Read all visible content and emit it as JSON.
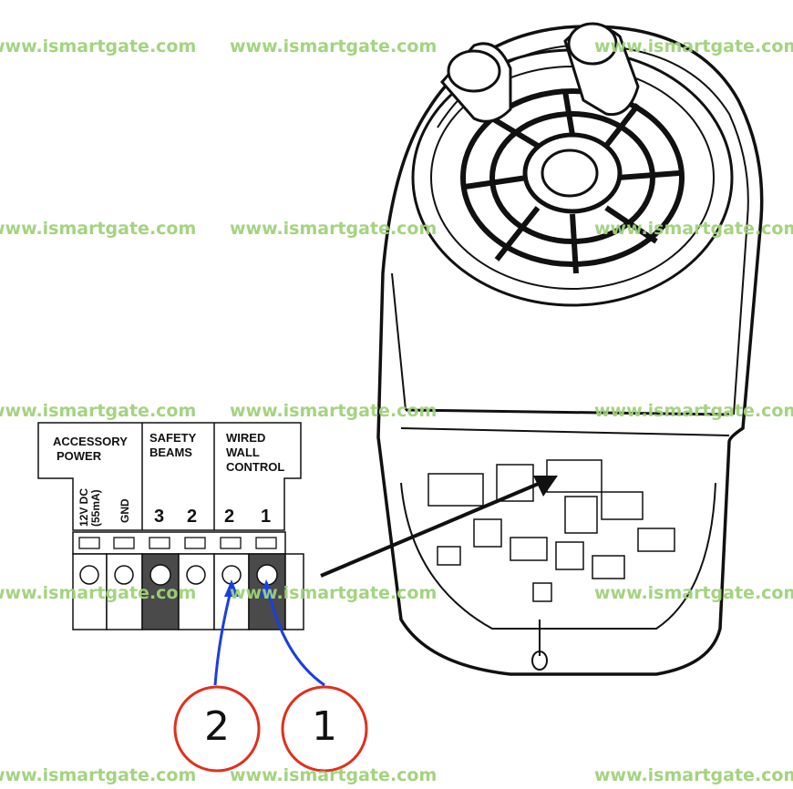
{
  "watermark": "www.ismartgate.com",
  "terminal_block": {
    "accessory_power": [
      "ACCESSORY",
      "POWER"
    ],
    "safety_beams": [
      "SAFETY",
      "BEAMS"
    ],
    "wired_wall_control": [
      "WIRED",
      "WALL",
      "CONTROL"
    ],
    "v12": "12V DC",
    "ma": "(55mA)",
    "gnd": "GND",
    "terminals": [
      "3",
      "2",
      "2",
      "1"
    ]
  },
  "callouts": [
    "2",
    "1"
  ],
  "colors": {
    "watermark": "#9fd27a",
    "wire": "#1a3fe0",
    "callout_ring": "#e0301e",
    "dark_terminal": "#4a4a4a"
  }
}
